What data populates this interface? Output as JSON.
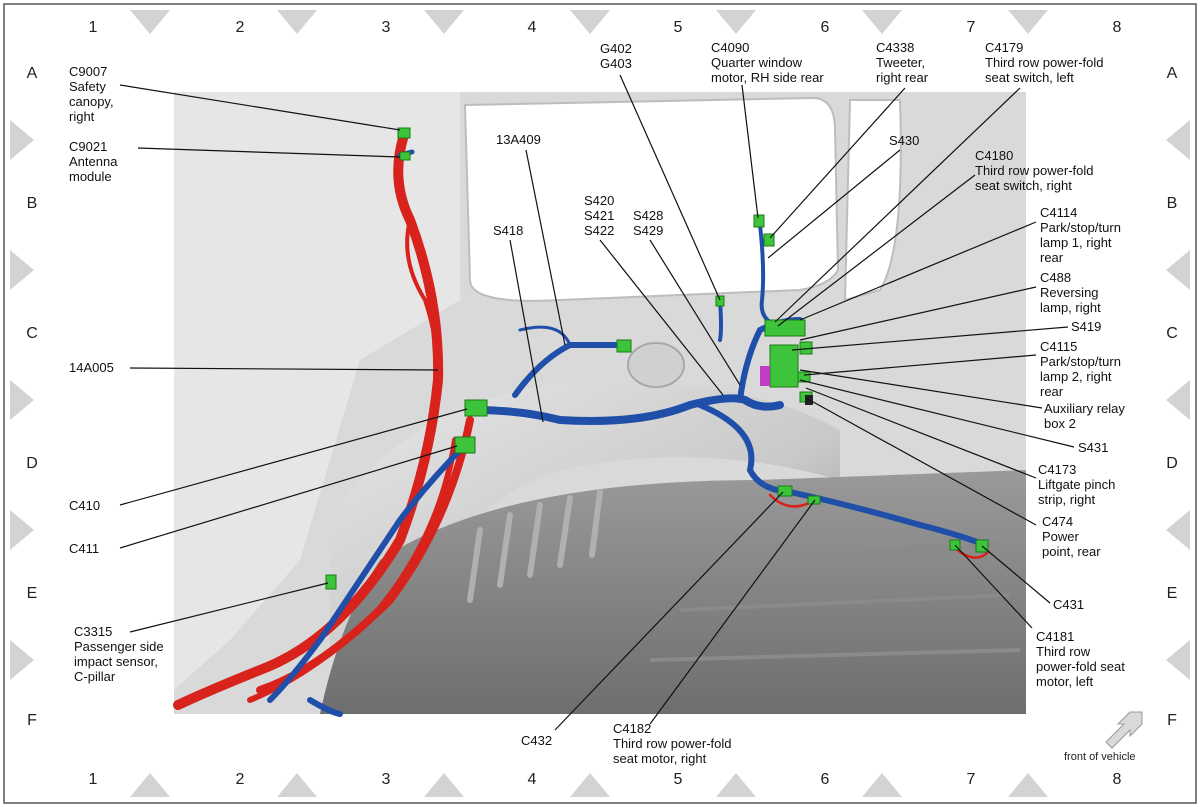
{
  "grid": {
    "columns": [
      "1",
      "2",
      "3",
      "4",
      "5",
      "6",
      "7",
      "8"
    ],
    "rows": [
      "A",
      "B",
      "C",
      "D",
      "E",
      "F"
    ]
  },
  "labels": {
    "c9007": [
      "C9007",
      "Safety",
      "canopy,",
      "right"
    ],
    "c9021": [
      "C9021",
      "Antenna",
      "module"
    ],
    "l14a005": [
      "14A005"
    ],
    "c410": [
      "C410"
    ],
    "c411": [
      "C411"
    ],
    "c3315": [
      "C3315",
      "Passenger side",
      "impact sensor,",
      "C-pillar"
    ],
    "l13a409": [
      "13A409"
    ],
    "s418": [
      "S418"
    ],
    "g402": [
      "G402",
      "G403"
    ],
    "s420": [
      "S420",
      "S421",
      "S422"
    ],
    "s428": [
      "S428",
      "S429"
    ],
    "c4090": [
      "C4090",
      "Quarter window",
      "motor, RH side rear"
    ],
    "c4338": [
      "C4338",
      "Tweeter,",
      "right rear"
    ],
    "c4179": [
      "C4179",
      "Third row power-fold",
      "seat switch, left"
    ],
    "s430": [
      "S430"
    ],
    "c4180": [
      "C4180",
      "Third row power-fold",
      "seat switch, right"
    ],
    "c4114": [
      "C4114",
      "Park/stop/turn",
      "lamp 1, right",
      "rear"
    ],
    "c488": [
      "C488",
      "Reversing",
      "lamp, right"
    ],
    "s419": [
      "S419"
    ],
    "c4115": [
      "C4115",
      "Park/stop/turn",
      "lamp 2, right",
      "rear"
    ],
    "aux": [
      "Auxiliary relay",
      "box 2"
    ],
    "s431": [
      "S431"
    ],
    "c4173": [
      "C4173",
      "Liftgate pinch",
      "strip, right"
    ],
    "c474": [
      "C474",
      "Power",
      "point, rear"
    ],
    "c431": [
      "C431"
    ],
    "c4181": [
      "C4181",
      "Third row",
      "power-fold seat",
      "motor, left"
    ],
    "c432": [
      "C432"
    ],
    "c4182": [
      "C4182",
      "Third row power-fold",
      "seat motor, right"
    ]
  },
  "front_of_vehicle": "front of vehicle",
  "colors": {
    "harness_blue": "#1f4fa8",
    "harness_red": "#d8221c",
    "connector_green": "#3ec43a",
    "relay_magenta": "#c23cc8",
    "panel_grey": "#c9c9c9"
  }
}
